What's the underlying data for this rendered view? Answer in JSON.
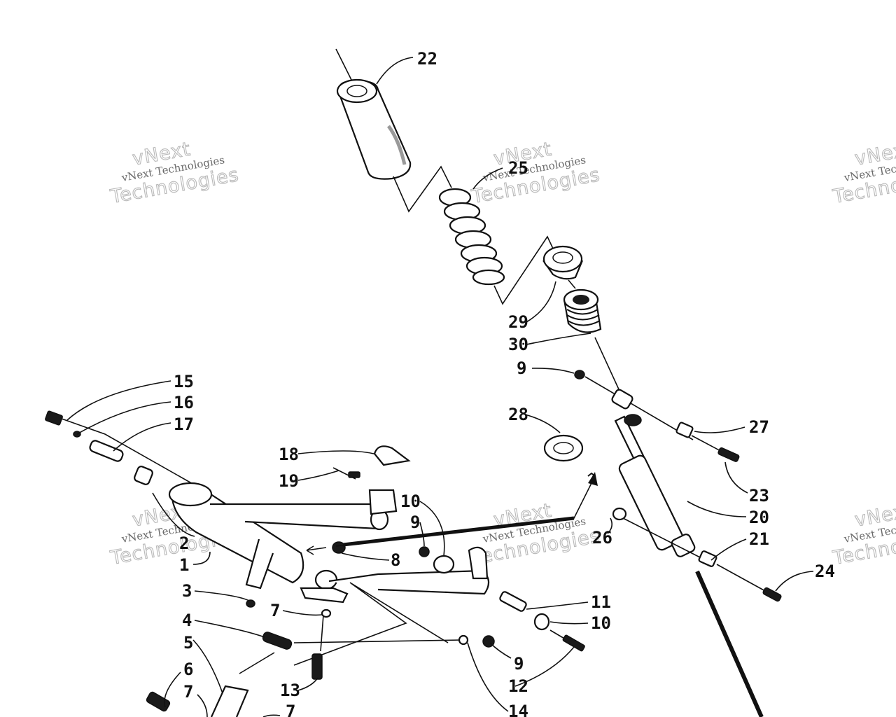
{
  "watermark": {
    "small": "vNext Technologies",
    "big_top": "vNext",
    "big_bottom": "Technologies"
  },
  "callouts": [
    "22",
    "25",
    "29",
    "30",
    "9",
    "27",
    "28",
    "23",
    "20",
    "26",
    "21",
    "24",
    "15",
    "16",
    "17",
    "18",
    "19",
    "10",
    "9",
    "8",
    "2",
    "1",
    "3",
    "7",
    "4",
    "5",
    "6",
    "7",
    "7",
    "13",
    "11",
    "10",
    "9",
    "12",
    "14"
  ]
}
